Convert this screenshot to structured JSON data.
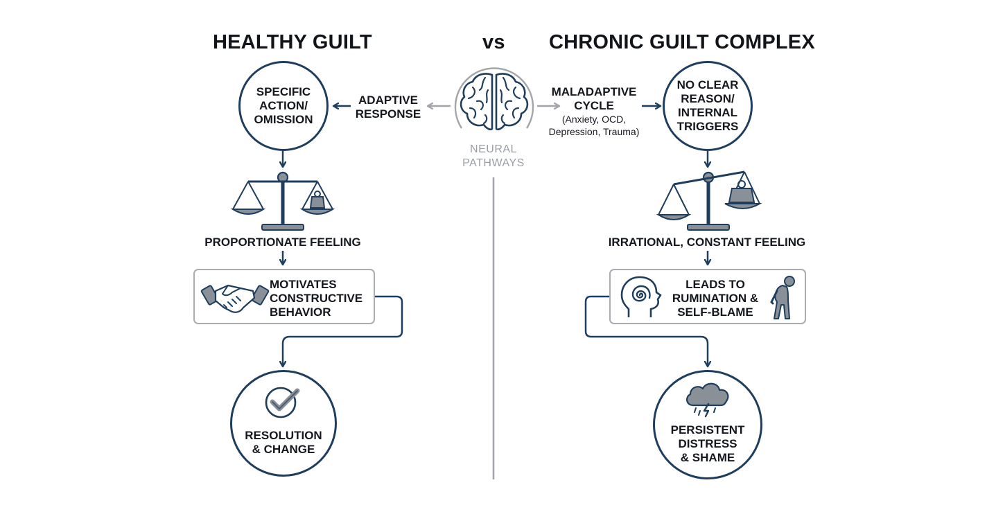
{
  "titles": {
    "left": "HEALTHY GUILT",
    "vs": "vs",
    "right": "CHRONIC GUILT COMPLEX"
  },
  "center": {
    "adaptive": [
      "ADAPTIVE",
      "RESPONSE"
    ],
    "maladaptive": [
      "MALADAPTIVE",
      "CYCLE"
    ],
    "maladaptive_note": [
      "(Anxiety, OCD,",
      "Depression, Trauma)"
    ],
    "neural": [
      "NEURAL",
      "PATHWAYS"
    ],
    "brain_icon": "brain-icon"
  },
  "left": {
    "start": [
      "SPECIFIC",
      "ACTION/",
      "OMISSION"
    ],
    "feeling": "PROPORTIONATE FEELING",
    "box": [
      "MOTIVATES",
      "CONSTRUCTIVE",
      "BEHAVIOR"
    ],
    "box_icon": "handshake-icon",
    "end": [
      "RESOLUTION",
      "& CHANGE"
    ],
    "end_icon": "checkmark-icon",
    "scale_icon": "balanced-scale-icon"
  },
  "right": {
    "start": [
      "NO CLEAR",
      "REASON/",
      "INTERNAL",
      "TRIGGERS"
    ],
    "feeling": "IRRATIONAL, CONSTANT FEELING",
    "box": [
      "LEADS TO",
      "RUMINATION &",
      "SELF-BLAME"
    ],
    "box_icons": [
      "spiral-head-icon",
      "slumped-person-icon"
    ],
    "end": [
      "PERSISTENT",
      "DISTRESS",
      "& SHAME"
    ],
    "end_icon": "storm-cloud-icon",
    "scale_icon": "unbalanced-scale-icon"
  },
  "colors": {
    "navy": "#1f3d5c",
    "grey": "#9a9ea4",
    "icon_fill": "#8a9098",
    "text": "#14181e"
  }
}
